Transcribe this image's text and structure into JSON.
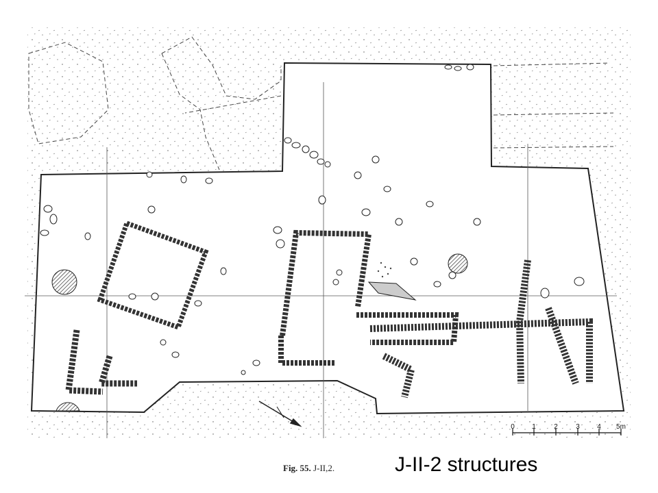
{
  "title": "J-II-2 structures",
  "figure": {
    "prefix": "Fig. 55.",
    "label": "J-II,2."
  },
  "scale_bar": {
    "ticks": [
      "0",
      "1",
      "2",
      "3",
      "4",
      "5m"
    ]
  },
  "colors": {
    "ink": "#222222",
    "background": "#ffffff"
  }
}
